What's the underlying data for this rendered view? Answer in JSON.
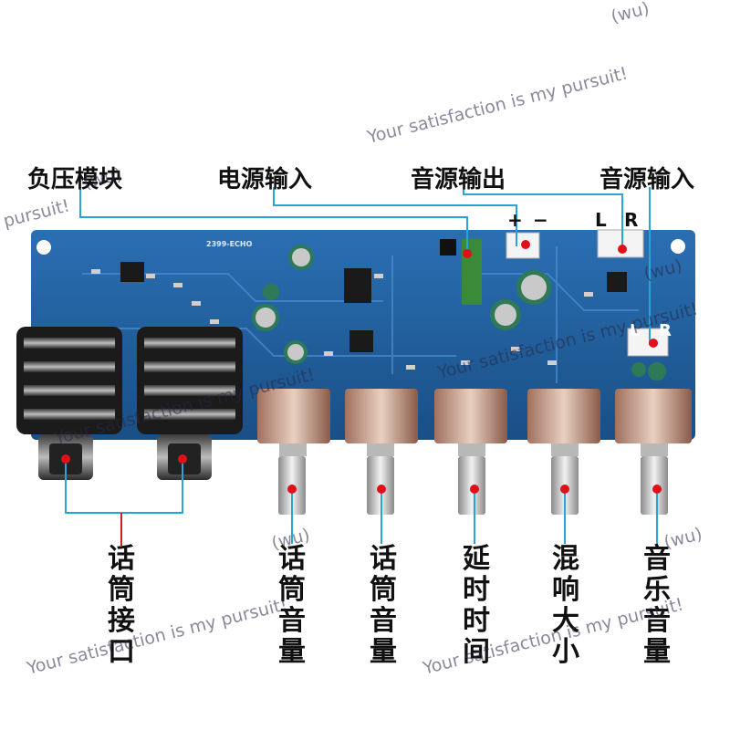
{
  "top_labels": {
    "negative_voltage_module": "负压模块",
    "power_input": "电源输入",
    "audio_output": "音源输出",
    "audio_input": "音源输入"
  },
  "bottom_labels": {
    "mic_jack": "话筒接口",
    "mic_volume_1": "话筒音量",
    "mic_volume_2": "话筒音量",
    "delay_time": "延时时间",
    "reverb_level": "混响大小",
    "music_volume": "音乐音量"
  },
  "board": {
    "model_text": "2399-ECHO",
    "plus": "+",
    "minus": "−",
    "left_marker": "L",
    "right_marker": "R",
    "left_marker_2": "L",
    "right_marker_2": "R"
  },
  "watermarks": {
    "w1": "Your satisfaction is my pursuit!",
    "w2": "(wu)",
    "w3": "pursuit!",
    "w4": "(wu)",
    "w5": "Your satisfaction is my pursuit!",
    "w6": "Your satisfaction is my pursuit!",
    "w7": "(wu)",
    "w8": "Your satisfaction is my pursuit!",
    "w9": "Your satisfaction is my pursuit!",
    "w10": "(wu)",
    "w11": "(wu)"
  },
  "colors": {
    "pcb": "#1f5f9e",
    "pointer_line": "#2aa3d6",
    "red_line": "#d41e1e",
    "marker_dot": "#e0101a"
  }
}
